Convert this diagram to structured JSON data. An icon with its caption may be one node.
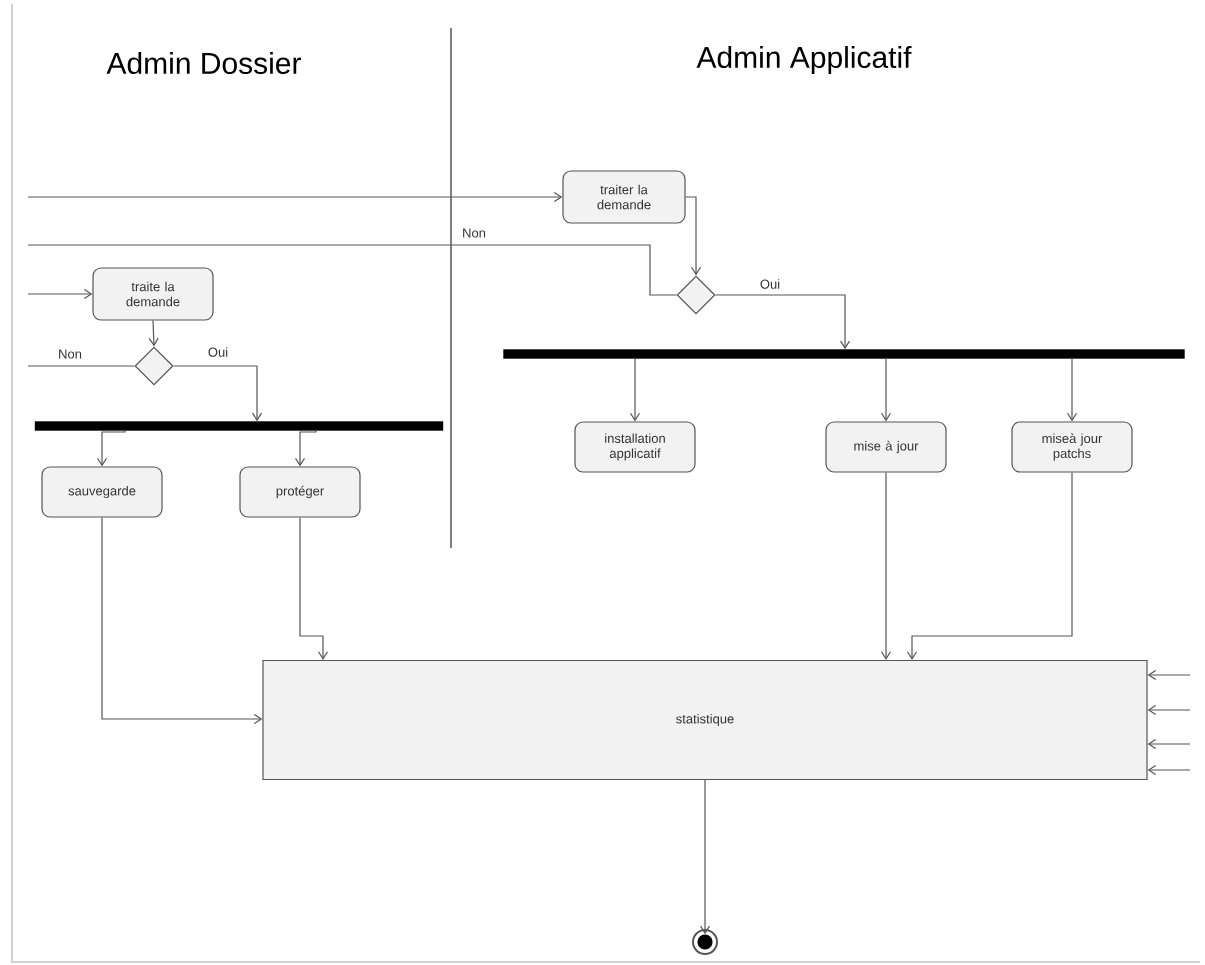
{
  "diagram": {
    "nodes": [
      {
        "text": [
          "traite la demande"
        ]
      },
      {
        "text": [],
        "shape": "diamond"
      },
      {
        "text": [],
        "shape": "bar"
      },
      {
        "text": [
          "sauvegarde"
        ]
      },
      {
        "text": [
          "protéger"
        ]
      },
      {
        "text": [
          "traiter la demande"
        ]
      },
      {
        "text": [],
        "shape": "diamond"
      },
      {
        "text": [],
        "shape": "bar"
      },
      {
        "text": [
          "installation applicatif"
        ]
      },
      {
        "text": [
          "mise à jour"
        ]
      },
      {
        "text": [
          "miseà jour patchs"
        ]
      },
      {
        "text": [
          "statistique"
        ]
      },
      {
        "text": [],
        "shape": "circle"
      }
    ],
    "edges": [
      {
        "from": null,
        "to": 0,
        "arrow": "to"
      },
      {
        "from": 0,
        "to": 1,
        "arrow": "to"
      },
      {
        "from": 1,
        "to": null,
        "arrow": "none",
        "label": "Non"
      },
      {
        "from": 1,
        "to": 2,
        "arrow": "to",
        "label": "Oui"
      },
      {
        "from": 2,
        "to": 3,
        "arrow": "to"
      },
      {
        "from": 2,
        "to": 4,
        "arrow": "to"
      },
      {
        "from": null,
        "to": 5,
        "arrow": "to"
      },
      {
        "from": 5,
        "to": 6,
        "arrow": "to"
      },
      {
        "from": 6,
        "to": null,
        "arrow": "none",
        "label": "Non"
      },
      {
        "from": 6,
        "to": 7,
        "arrow": "to",
        "label": "Oui"
      },
      {
        "from": 7,
        "to": 8,
        "arrow": "to"
      },
      {
        "from": 7,
        "to": 9,
        "arrow": "to"
      },
      {
        "from": 7,
        "to": 10,
        "arrow": "to"
      },
      {
        "from": 3,
        "to": 11,
        "arrow": "to"
      },
      {
        "from": 4,
        "to": 11,
        "arrow": "to"
      },
      {
        "from": 9,
        "to": 11,
        "arrow": "to"
      },
      {
        "from": 10,
        "to": 11,
        "arrow": "to"
      },
      {
        "from": null,
        "to": 11,
        "arrow": "to"
      },
      {
        "from": null,
        "to": 11,
        "arrow": "to"
      },
      {
        "from": null,
        "to": 11,
        "arrow": "to"
      },
      {
        "from": null,
        "to": 11,
        "arrow": "to"
      },
      {
        "from": 11,
        "to": 12,
        "arrow": "to"
      }
    ],
    "labels": [
      "Admin Dossier",
      "Admin Applicatif"
    ]
  }
}
